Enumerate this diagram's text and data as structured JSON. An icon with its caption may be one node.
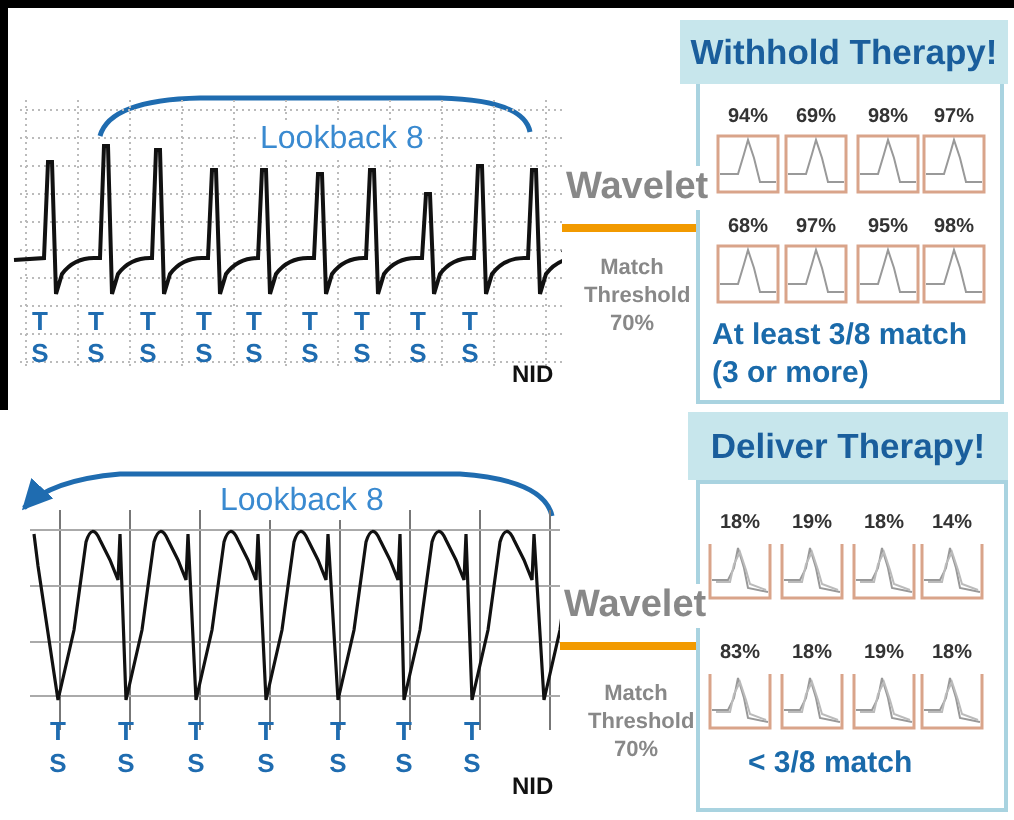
{
  "diagram": {
    "nodes": [
      {
        "text": [],
        "shape": "picture"
      },
      {
        "text": [
          "Withhold Therapy!",
          "At least 3/8 match (3 or more)"
        ]
      },
      {
        "text": [
          "94%"
        ],
        "in": 1
      },
      {
        "text": [
          "69%"
        ],
        "in": 1
      },
      {
        "text": [
          "98%"
        ],
        "in": 1
      },
      {
        "text": [
          "97%"
        ],
        "in": 1
      },
      {
        "text": [
          "68%"
        ],
        "in": 1
      },
      {
        "text": [
          "97%"
        ],
        "in": 1
      },
      {
        "text": [
          "95%"
        ],
        "in": 1
      },
      {
        "text": [
          "98%"
        ],
        "in": 1
      },
      {
        "text": [],
        "shape": "picture"
      },
      {
        "text": [
          "Deliver Therapy!",
          "< 3/8 match"
        ]
      },
      {
        "text": [
          "18%"
        ],
        "in": 11
      },
      {
        "text": [
          "19%"
        ],
        "in": 11
      },
      {
        "text": [
          "18%"
        ],
        "in": 11
      },
      {
        "text": [
          "14%"
        ],
        "in": 11
      },
      {
        "text": [
          "83%"
        ],
        "in": 11
      },
      {
        "text": [
          "18%"
        ],
        "in": 11
      },
      {
        "text": [
          "19%"
        ],
        "in": 11
      },
      {
        "text": [
          "18%"
        ],
        "in": 11
      }
    ],
    "edges": [
      {
        "from": 0,
        "to": 1,
        "arrow": "none",
        "label": "Wavelet"
      },
      {
        "from": 10,
        "to": 11,
        "arrow": "none",
        "label": "Wavelet"
      }
    ],
    "labels": [
      "Lookback 8",
      "T",
      "S",
      "T",
      "S",
      "T",
      "S",
      "T",
      "S",
      "T",
      "S",
      "T",
      "S",
      "T",
      "S",
      "T",
      "S",
      "T",
      "S",
      "NID",
      "Match Threshold 70%",
      "Lookback 8",
      "T",
      "S",
      "T",
      "S",
      "T",
      "S",
      "T",
      "S",
      "T",
      "S",
      "T",
      "S",
      "T",
      "S",
      "NID",
      "Match Threshold 70%"
    ]
  }
}
